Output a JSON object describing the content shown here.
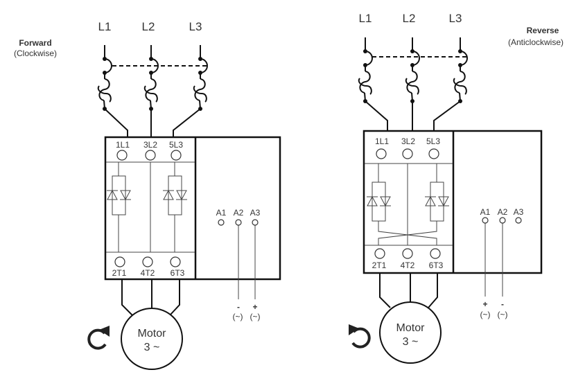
{
  "diagrams": [
    {
      "id": "forward",
      "title": "Forward",
      "subtitle": "(Clockwise)",
      "lines": [
        "L1",
        "L2",
        "L3"
      ],
      "input_terminals": [
        "1L1",
        "3L2",
        "5L3"
      ],
      "output_terminals": [
        "2T1",
        "4T2",
        "6T3"
      ],
      "control_terminals": [
        "A1",
        "A2",
        "A3"
      ],
      "control_polarity": [
        {
          "terminal": "A2",
          "sign": "-",
          "ac": "(~)"
        },
        {
          "terminal": "A3",
          "sign": "+",
          "ac": "(~)"
        }
      ],
      "motor": {
        "label": "Motor",
        "phase": "3 ~"
      },
      "rotation_icon": "rotate-clockwise-icon",
      "crossover": false
    },
    {
      "id": "reverse",
      "title": "Reverse",
      "subtitle": "(Anticlockwise)",
      "lines": [
        "L1",
        "L2",
        "L3"
      ],
      "input_terminals": [
        "1L1",
        "3L2",
        "5L3"
      ],
      "output_terminals": [
        "2T1",
        "4T2",
        "6T3"
      ],
      "control_terminals": [
        "A1",
        "A2",
        "A3"
      ],
      "control_polarity": [
        {
          "terminal": "A1",
          "sign": "+",
          "ac": "(~)"
        },
        {
          "terminal": "A2",
          "sign": "-",
          "ac": "(~)"
        }
      ],
      "motor": {
        "label": "Motor",
        "phase": "3 ~"
      },
      "rotation_icon": "rotate-anticlockwise-icon",
      "crossover": true
    }
  ]
}
